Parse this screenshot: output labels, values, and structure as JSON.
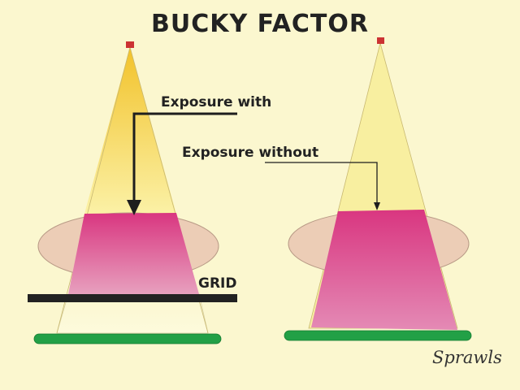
{
  "title": "BUCKY FACTOR",
  "labels": {
    "exposure_with": "Exposure with",
    "exposure_without": "Exposure without",
    "grid": "GRID"
  },
  "signature": "Sprawls",
  "colors": {
    "background": "#FBF7CF",
    "beam_with_grid": "#F2C22A",
    "beam_without_grid": "#F8EFA0",
    "body_part": "#ECCDB6",
    "exposed_region": "#D93680",
    "grid_bar": "#222222",
    "receptor": "#22A046",
    "source": "#CC3333"
  }
}
